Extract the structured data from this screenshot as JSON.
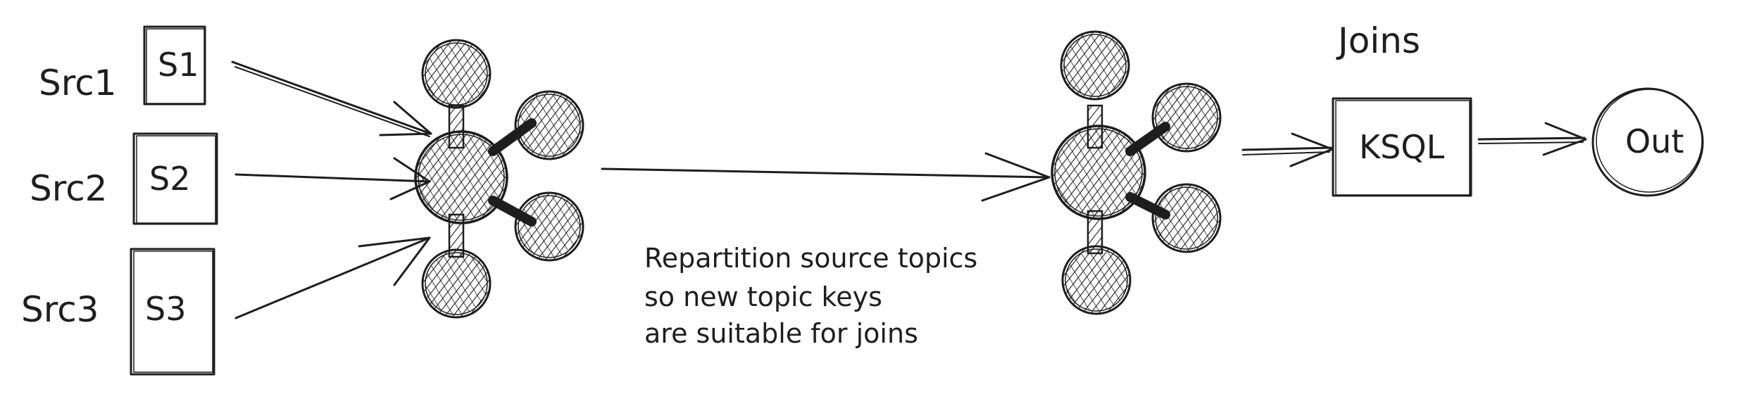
{
  "sources": [
    {
      "label": "Src1",
      "stream": "S1"
    },
    {
      "label": "Src2",
      "stream": "S2"
    },
    {
      "label": "Src3",
      "stream": "S3"
    }
  ],
  "note_lines": [
    "Repartition source topics",
    "so new topic keys",
    "are suitable for joins"
  ],
  "joins_label": "Joins",
  "processor_label": "KSQL",
  "output_label": "Out",
  "colors": {
    "ink": "#1e1e1e",
    "background": "#ffffff"
  }
}
